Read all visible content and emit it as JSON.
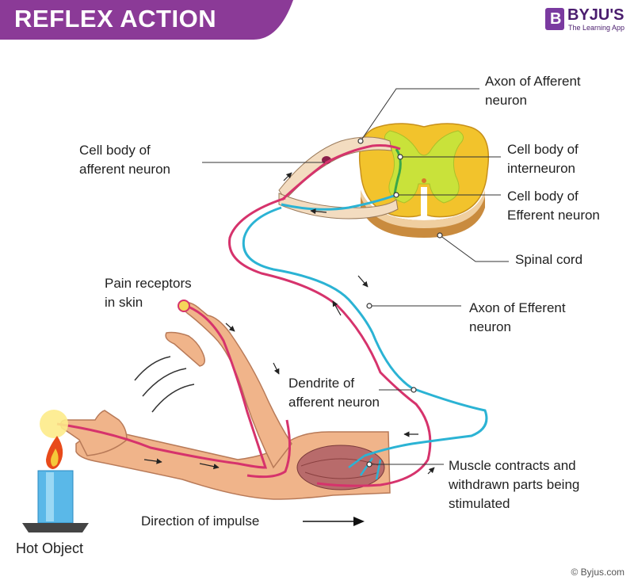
{
  "header": {
    "title": "REFLEX ACTION"
  },
  "logo": {
    "name": "BYJU'S",
    "tagline": "The Learning App",
    "color": "#7a3aa0"
  },
  "labels": {
    "axon_afferent": [
      "Axon of Afferent",
      "neuron"
    ],
    "cell_body_afferent": [
      "Cell body of",
      "afferent neuron"
    ],
    "cell_body_interneuron": [
      "Cell body of",
      "interneuron"
    ],
    "cell_body_efferent": [
      "Cell body of",
      "Efferent neuron"
    ],
    "spinal_cord": "Spinal cord",
    "pain_receptors": [
      "Pain receptors",
      "in skin"
    ],
    "axon_efferent": [
      "Axon of Efferent",
      "neuron"
    ],
    "dendrite_afferent": [
      "Dendrite of",
      "afferent neuron"
    ],
    "muscle": [
      "Muscle contracts and",
      "withdrawn parts being",
      "stimulated"
    ],
    "direction": "Direction of impulse",
    "hot_object": "Hot Object"
  },
  "footer": {
    "credit": "© Byjus.com"
  },
  "colors": {
    "banner": "#8b3a97",
    "afferent": "#d6336c",
    "efferent": "#2bb3d4",
    "skin": "#f0b48a",
    "grey_matter": "#c9e23a",
    "white_matter": "#f2c32c"
  }
}
